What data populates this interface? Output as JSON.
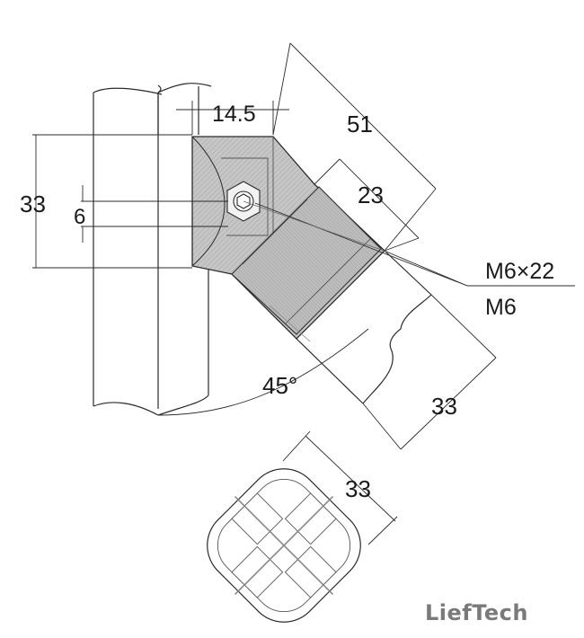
{
  "drawing": {
    "dimensions": {
      "tube_diameter_left": "33",
      "offset_top": "14.5",
      "hole_offset": "6",
      "length_51": "51",
      "length_23": "23",
      "bolt_spec": "M6×22",
      "thread_spec": "M6",
      "angle": "45°",
      "tube_diameter_right": "33",
      "section_width": "33"
    },
    "brand": "LiefTech",
    "colors": {
      "line": "#2b2b2b",
      "fill_dark": "#b9b9b9",
      "fill_light": "#d3d3d3",
      "hatch": "#9c9c9c"
    }
  }
}
